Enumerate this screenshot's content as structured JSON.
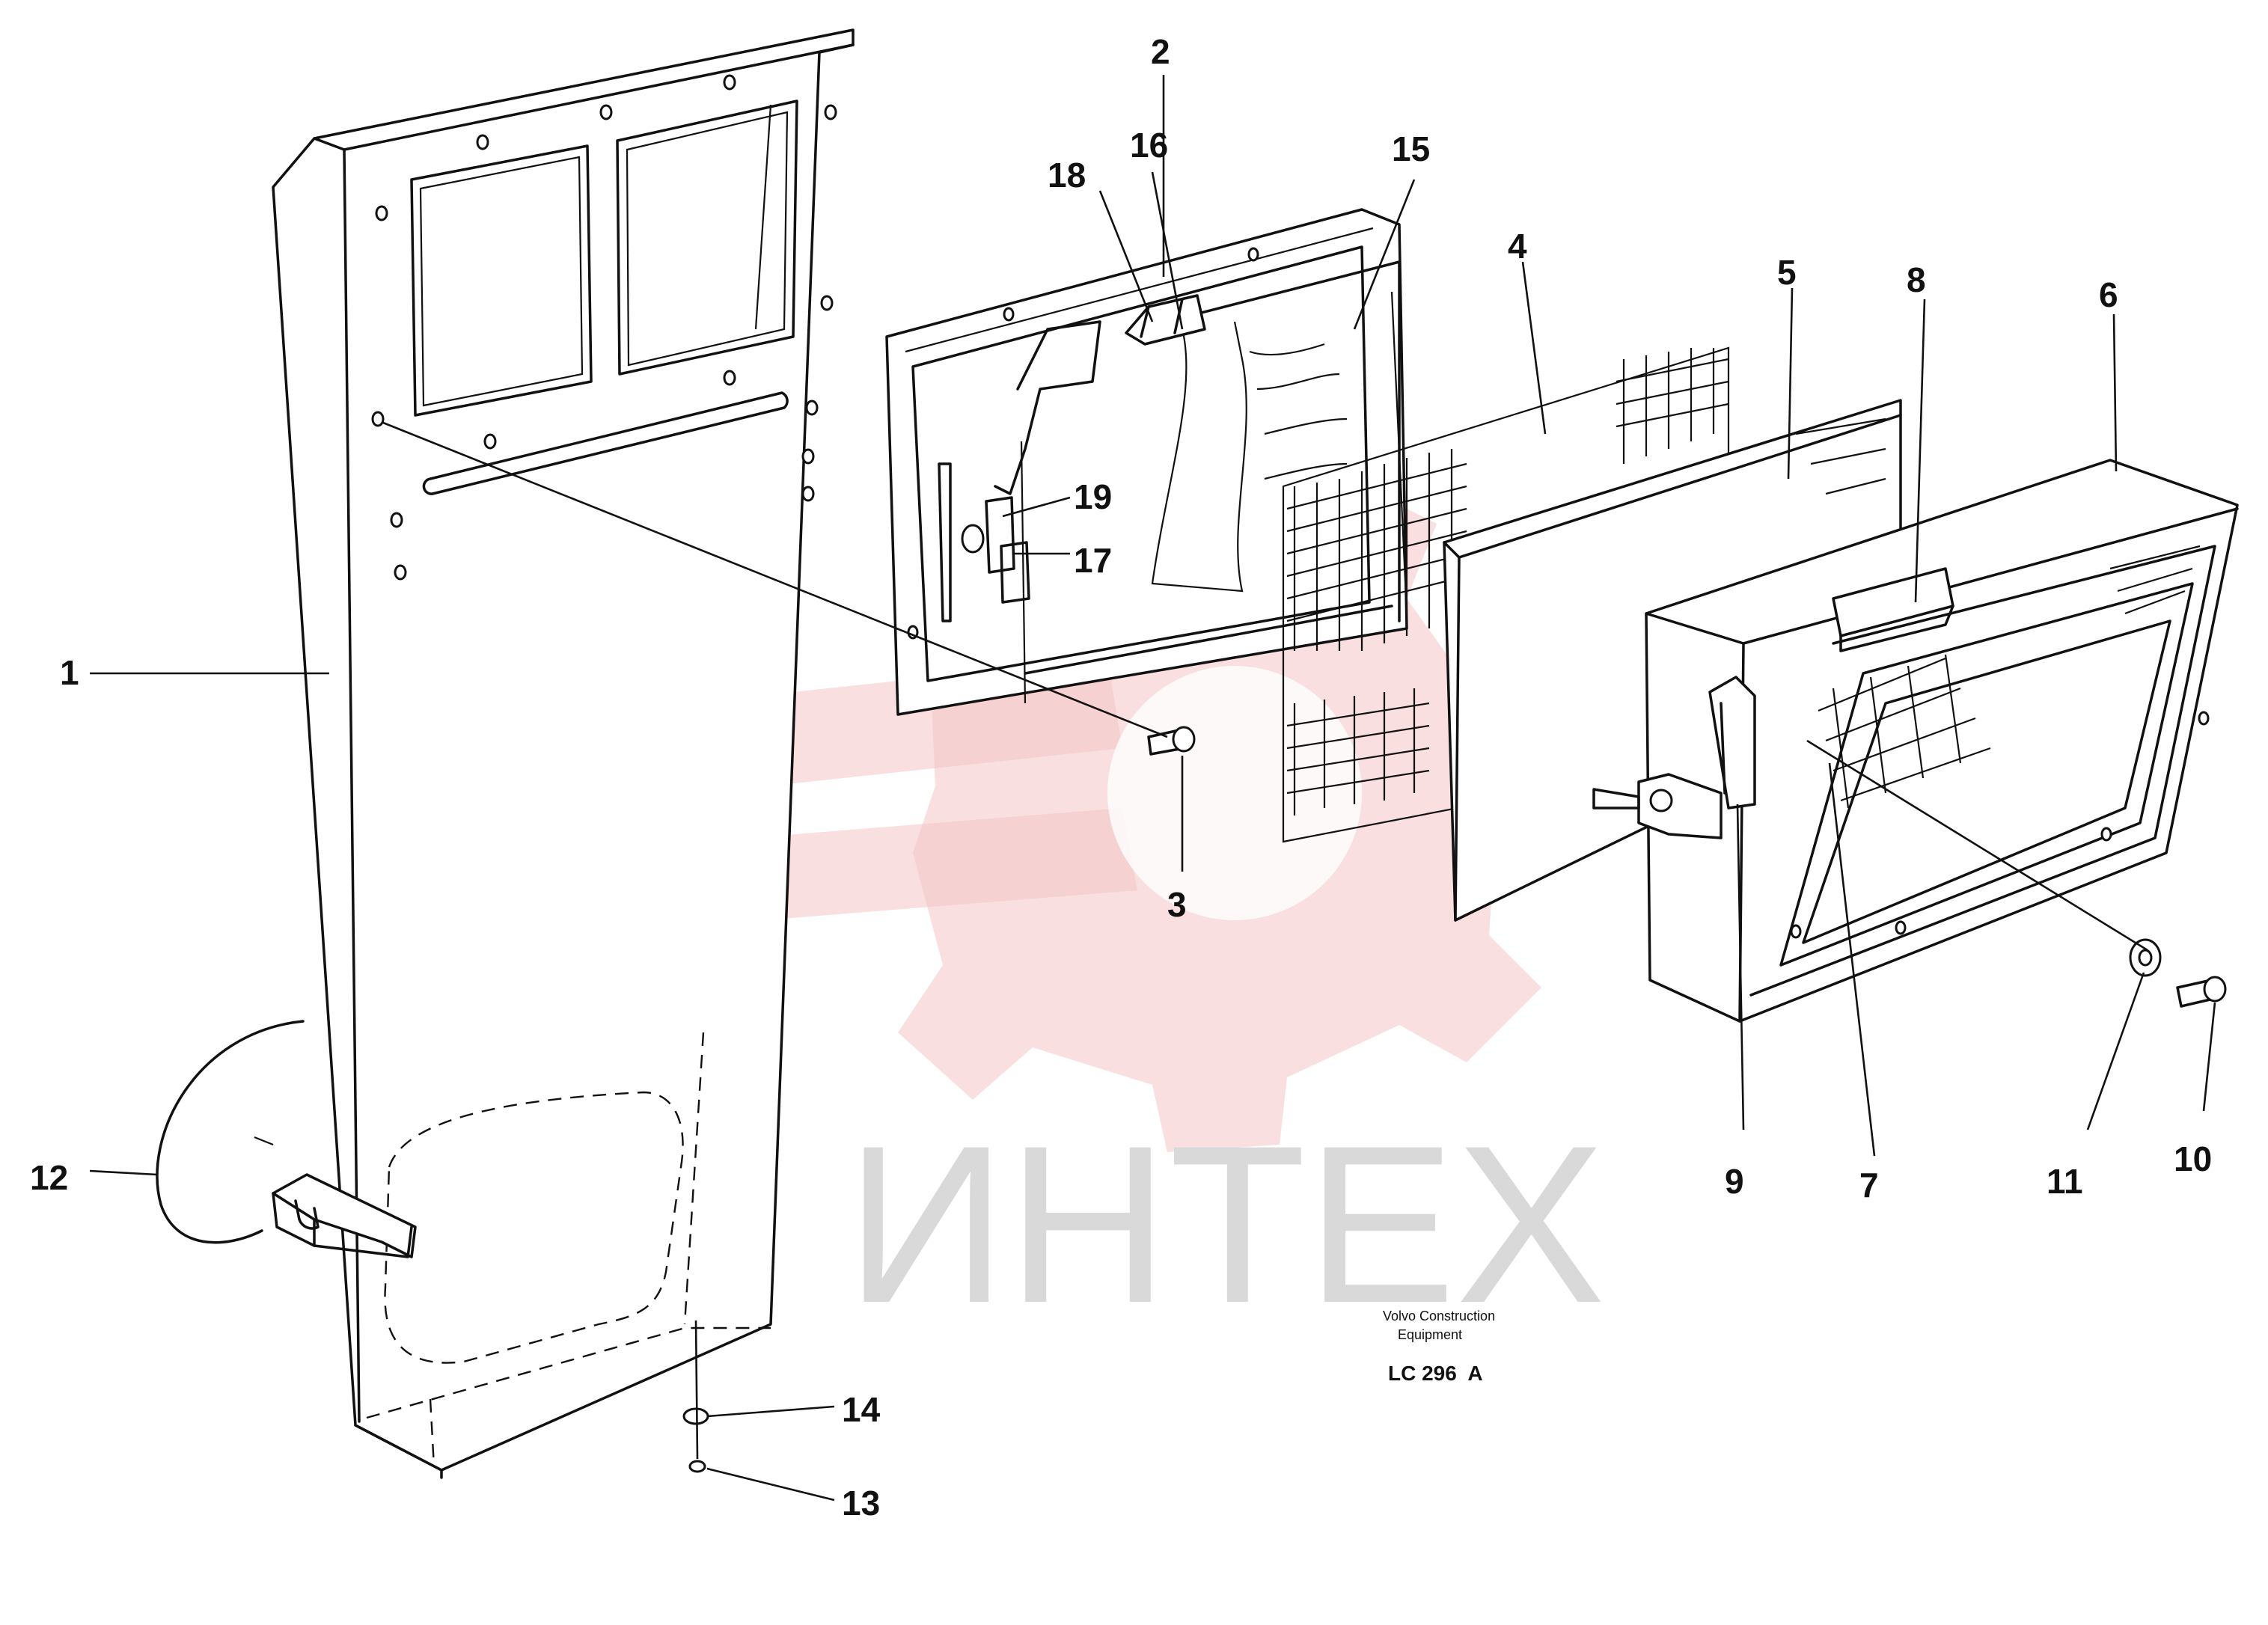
{
  "diagram": {
    "callouts": [
      {
        "id": "1",
        "label": "1"
      },
      {
        "id": "2",
        "label": "2"
      },
      {
        "id": "3",
        "label": "3"
      },
      {
        "id": "4",
        "label": "4"
      },
      {
        "id": "5",
        "label": "5"
      },
      {
        "id": "6",
        "label": "6"
      },
      {
        "id": "7",
        "label": "7"
      },
      {
        "id": "8",
        "label": "8"
      },
      {
        "id": "9",
        "label": "9"
      },
      {
        "id": "10",
        "label": "10"
      },
      {
        "id": "11",
        "label": "11"
      },
      {
        "id": "12",
        "label": "12"
      },
      {
        "id": "13",
        "label": "13"
      },
      {
        "id": "14",
        "label": "14"
      },
      {
        "id": "15",
        "label": "15"
      },
      {
        "id": "16",
        "label": "16"
      },
      {
        "id": "17",
        "label": "17"
      },
      {
        "id": "18",
        "label": "18"
      },
      {
        "id": "19",
        "label": "19"
      }
    ],
    "manufacturer_line1": "Volvo Construction",
    "manufacturer_line2": "Equipment",
    "drawing_number": "LC 296  A"
  },
  "watermark": {
    "text": "ИНТЕХ",
    "color": "#f4c4c4"
  }
}
